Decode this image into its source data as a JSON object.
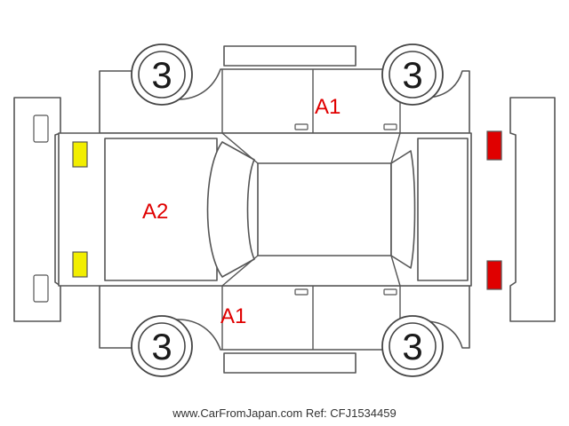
{
  "wheels": {
    "front_left": "3",
    "front_right": "3",
    "rear_left": "3",
    "rear_right": "3"
  },
  "damage_marks": {
    "roof_top": "A1",
    "hood": "A2",
    "lower_left_door": "A1"
  },
  "colors": {
    "outline": "#555555",
    "mark_text": "#e00000",
    "front_lamps": "#f2ee00",
    "rear_lamps": "#e00000"
  },
  "footer": {
    "text": "www.CarFromJapan.com Ref: CFJ1534459"
  }
}
